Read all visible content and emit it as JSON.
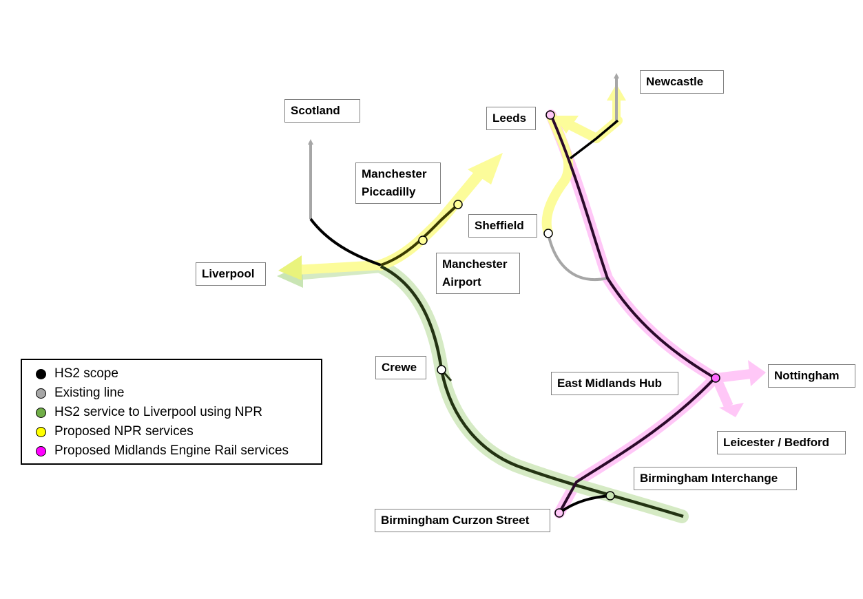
{
  "colors": {
    "hs2_scope": "#000000",
    "existing_line": "#a6a6a6",
    "hs2_liverpool_npr": "#a9d18e",
    "proposed_npr": "#ffff00",
    "midlands_engine": "#ff00ff"
  },
  "places": {
    "scotland": "Scotland",
    "newcastle": "Newcastle",
    "leeds": "Leeds",
    "manchester_piccadilly_line1": "Manchester",
    "manchester_piccadilly_line2": "Piccadilly",
    "sheffield": "Sheffield",
    "liverpool": "Liverpool",
    "manchester_airport_line1": "Manchester",
    "manchester_airport_line2": "Airport",
    "crewe": "Crewe",
    "east_midlands_hub": "East Midlands Hub",
    "nottingham": "Nottingham",
    "leicester_bedford": "Leicester / Bedford",
    "birmingham_interchange": "Birmingham Interchange",
    "birmingham_curzon_street": "Birmingham Curzon Street"
  },
  "legend": {
    "items": [
      {
        "label": "HS2 scope",
        "color": "#000000"
      },
      {
        "label": "Existing line",
        "color": "#a6a6a6"
      },
      {
        "label": "HS2 service to Liverpool using NPR",
        "color": "#70ad47"
      },
      {
        "label": "Proposed NPR services",
        "color": "#ffff00"
      },
      {
        "label": "Proposed Midlands Engine Rail services",
        "color": "#ff00ff"
      }
    ]
  }
}
